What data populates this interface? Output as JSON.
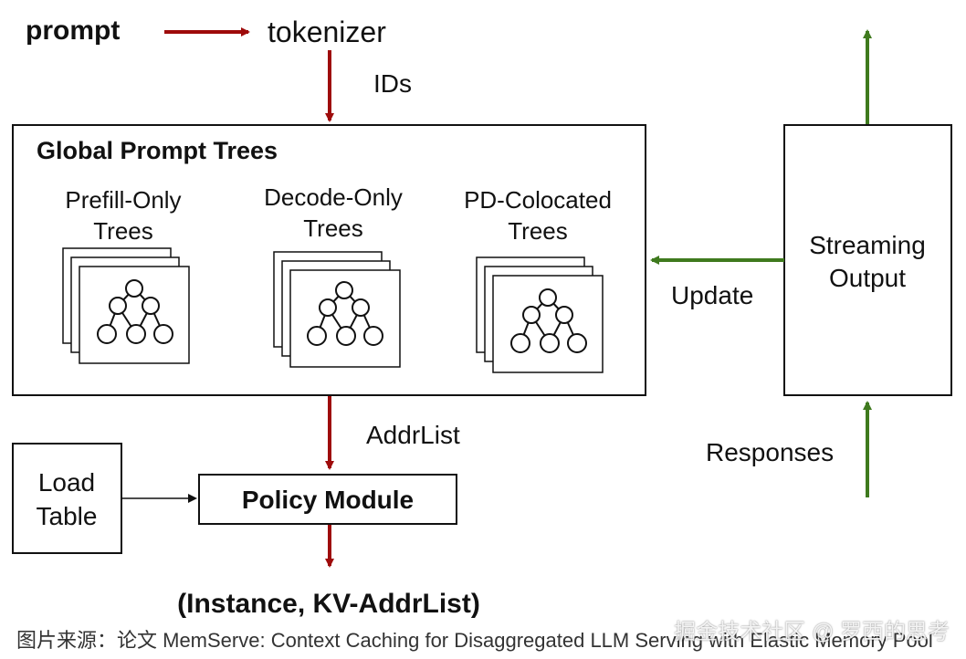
{
  "colors": {
    "red_arrow": "#9e0b0b",
    "green_arrow": "#3f7a1e",
    "box_stroke": "#111111",
    "text": "#111111"
  },
  "diagram": {
    "prompt": "prompt",
    "tokenizer": "tokenizer",
    "ids_label": "IDs",
    "global_title": "Global Prompt Trees",
    "tree_groups": [
      {
        "line1": "Prefill-Only",
        "line2": "Trees"
      },
      {
        "line1": "Decode-Only",
        "line2": "Trees"
      },
      {
        "line1": "PD-Colocated",
        "line2": "Trees"
      }
    ],
    "streaming_line1": "Streaming",
    "streaming_line2": "Output",
    "update_label": "Update",
    "addrlist_label": "AddrList",
    "load_table_line1": "Load",
    "load_table_line2": "Table",
    "policy_module": "Policy Module",
    "responses_label": "Responses",
    "output_label": "(Instance, KV-AddrList)"
  },
  "caption": "图片来源：论文 MemServe: Context Caching for Disaggregated LLM Serving with Elastic Memory Pool",
  "watermark": "掘金技术社区 @ 罗西的思考"
}
